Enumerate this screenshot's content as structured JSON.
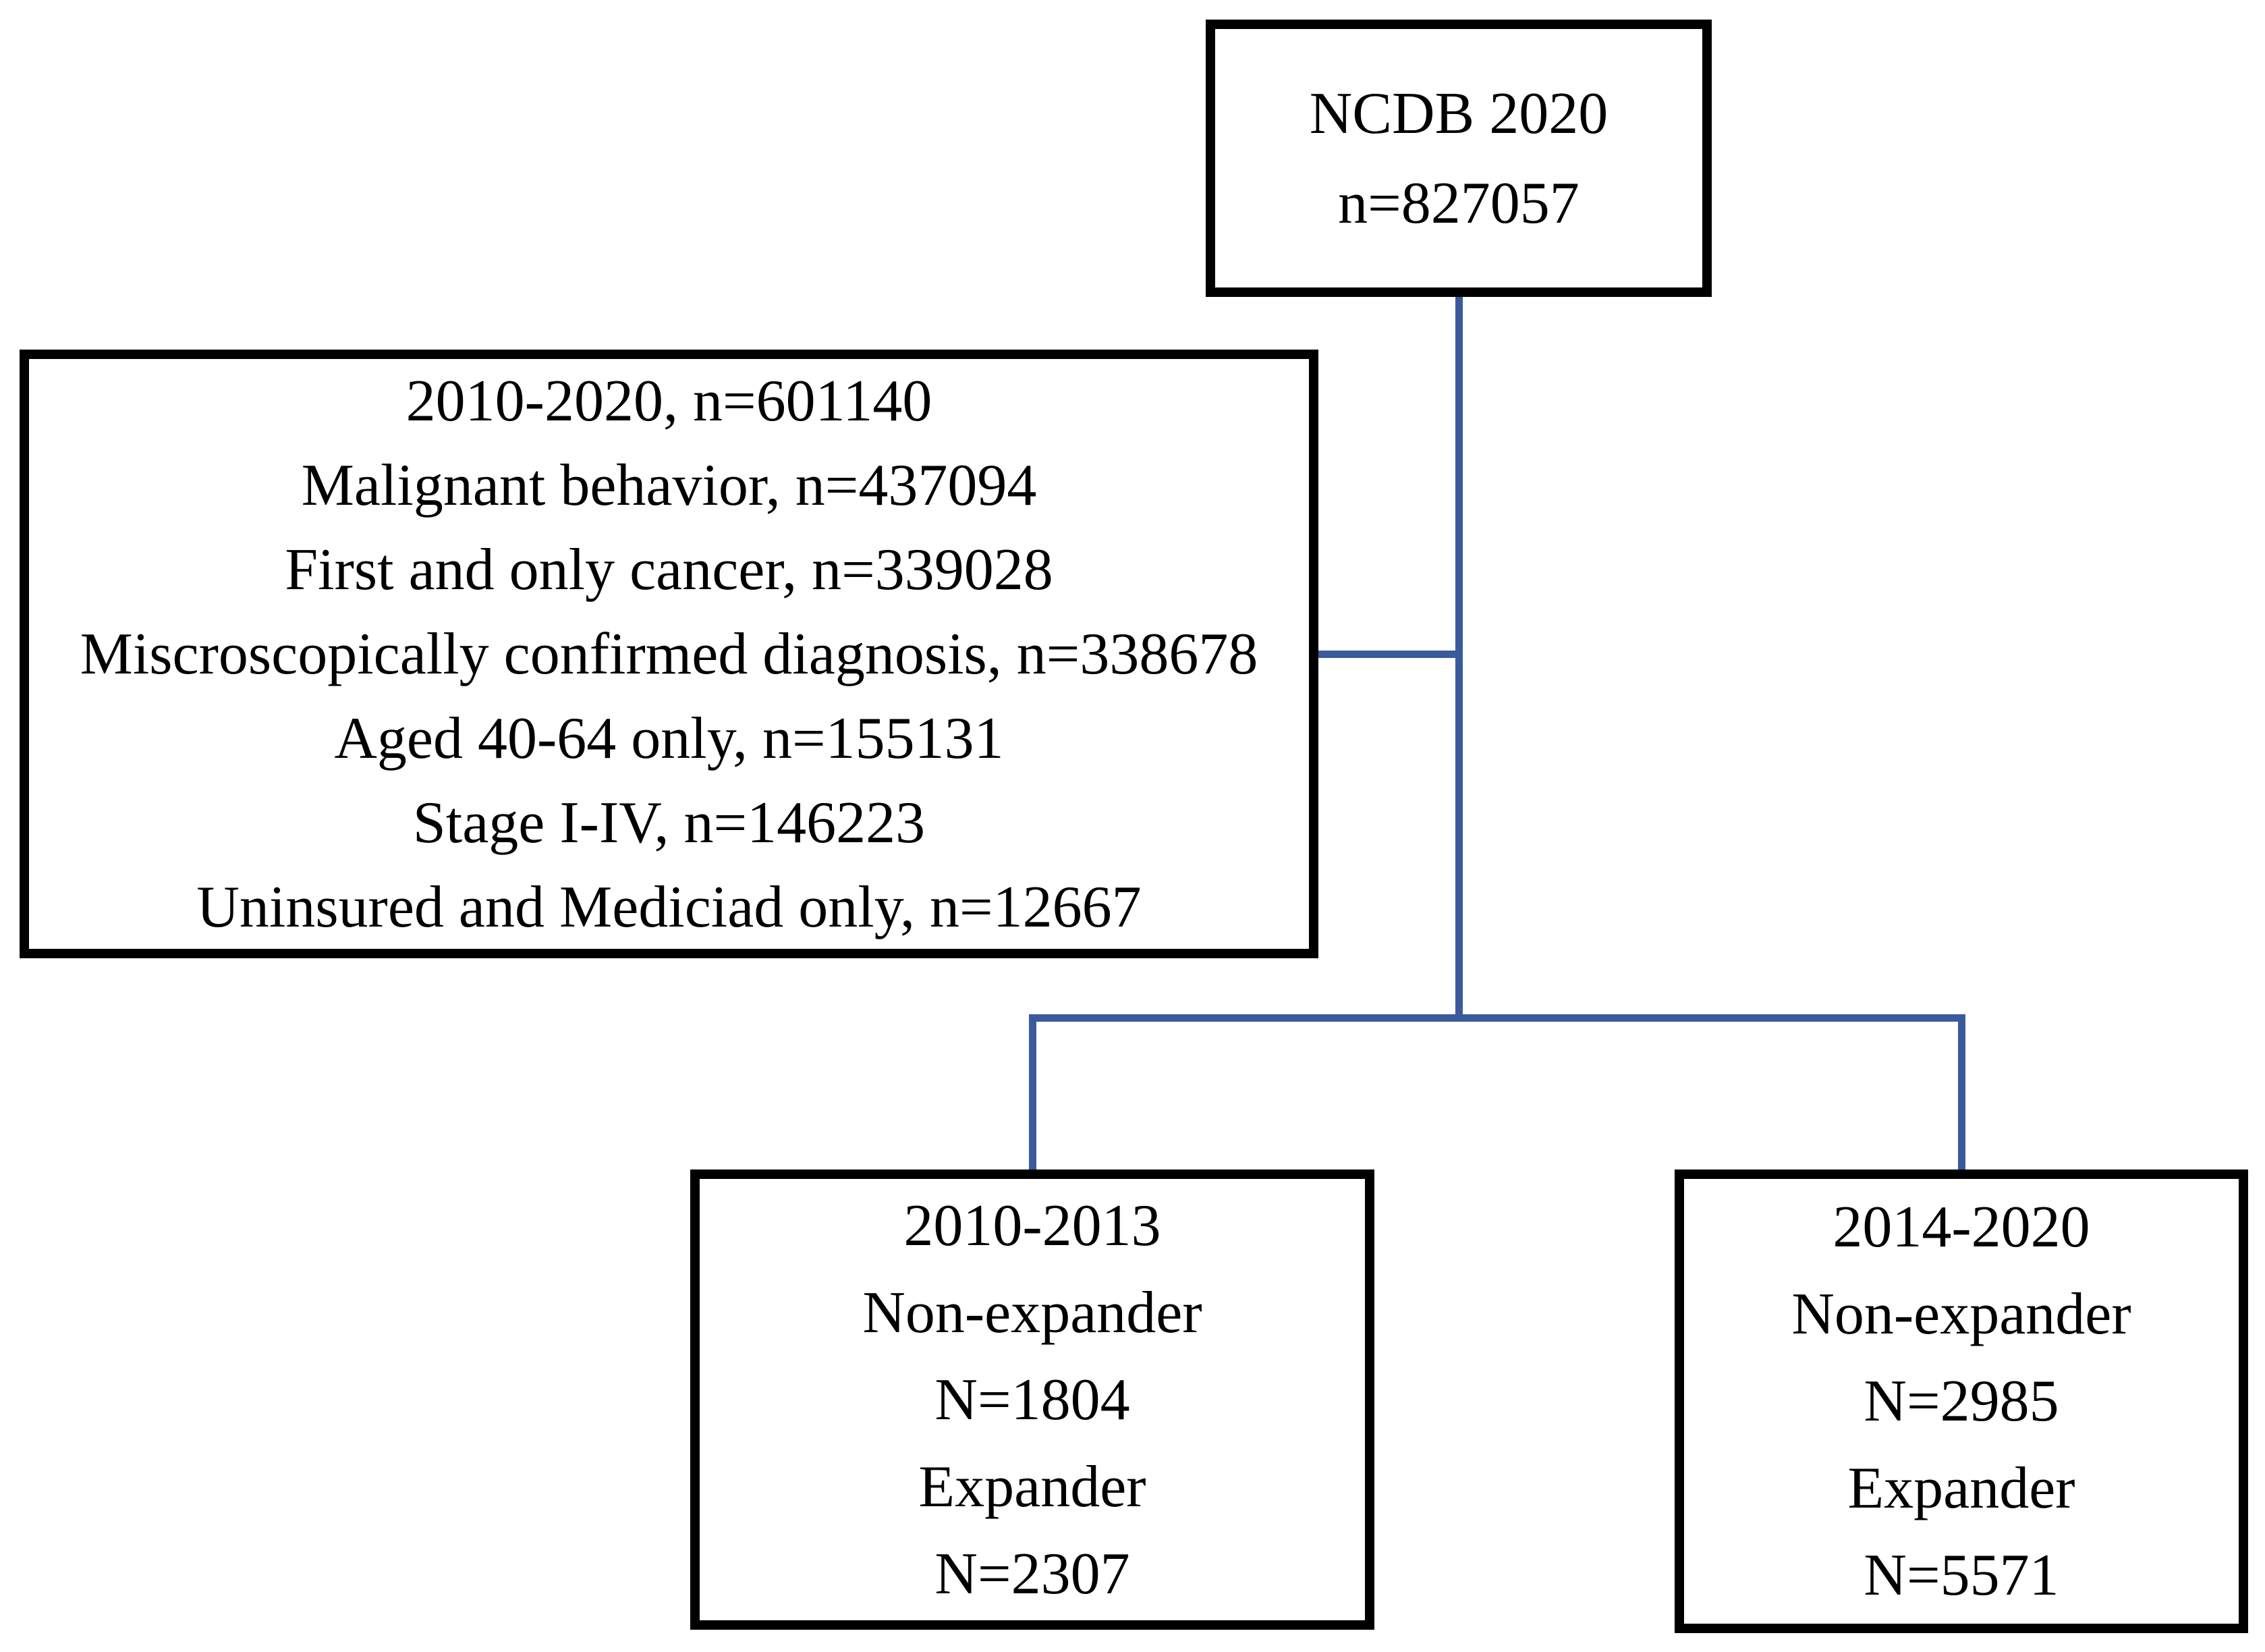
{
  "colors": {
    "connector": "#3a5a9b",
    "box_border": "#000000",
    "background": "#ffffff",
    "text": "#000000"
  },
  "boxes": {
    "root": {
      "lines": [
        "NCDB 2020",
        "n=827057"
      ]
    },
    "criteria": {
      "lines": [
        "2010-2020, n=601140",
        "Malignant behavior, n=437094",
        "First and only cancer, n=339028",
        "Miscroscopically confirmed diagnosis, n=338678",
        "Aged 40-64 only, n=155131",
        "Stage I-IV, n=146223",
        "Uninsured and Mediciad only, n=12667"
      ]
    },
    "period1": {
      "lines": [
        "2010-2013",
        "Non-expander",
        "N=1804",
        "Expander",
        "N=2307"
      ]
    },
    "period2": {
      "lines": [
        "2014-2020",
        "Non-expander",
        "N=2985",
        "Expander",
        "N=5571"
      ]
    }
  }
}
